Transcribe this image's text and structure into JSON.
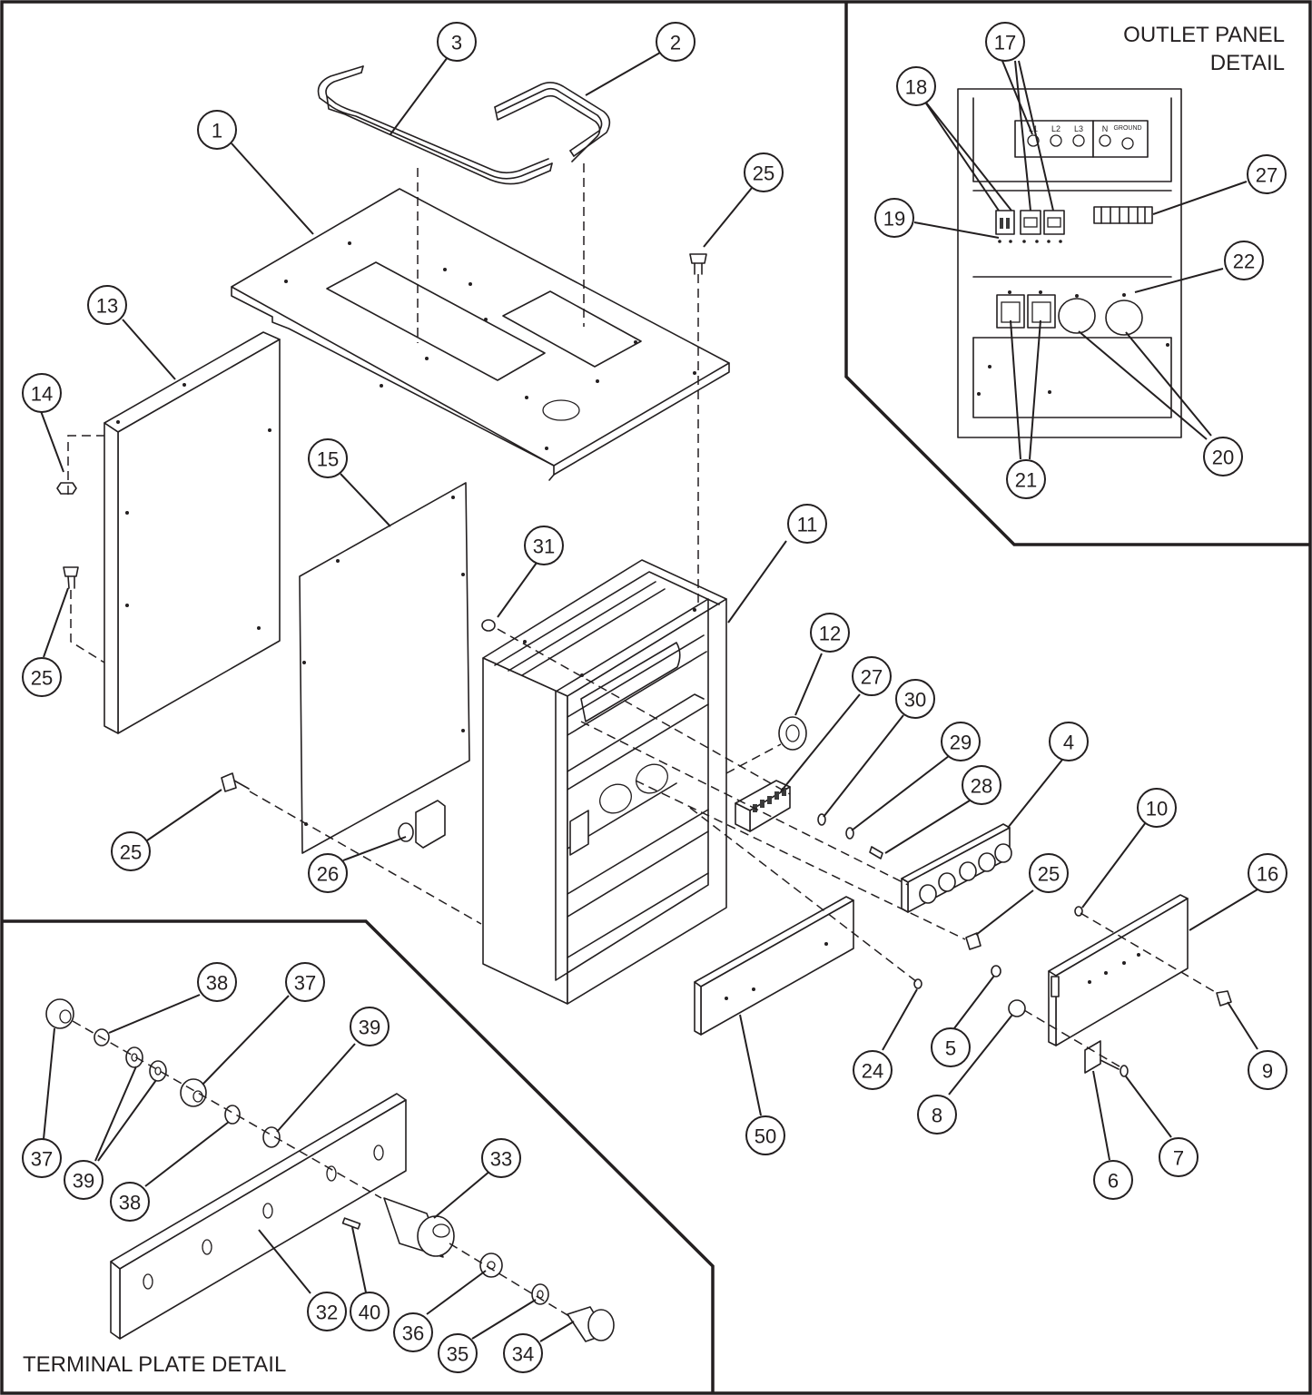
{
  "outlet_detail": {
    "title_line1": "OUTLET PANEL",
    "title_line2": "DETAIL",
    "terminal_labels": [
      "L1",
      "L2",
      "L3",
      "N",
      "GROUND"
    ]
  },
  "terminal_detail": {
    "title": "TERMINAL PLATE DETAIL"
  },
  "callouts": [
    {
      "n": "1"
    },
    {
      "n": "2"
    },
    {
      "n": "3"
    },
    {
      "n": "25"
    },
    {
      "n": "13"
    },
    {
      "n": "14"
    },
    {
      "n": "25"
    },
    {
      "n": "15"
    },
    {
      "n": "25"
    },
    {
      "n": "26"
    },
    {
      "n": "31"
    },
    {
      "n": "11"
    },
    {
      "n": "12"
    },
    {
      "n": "27"
    },
    {
      "n": "30"
    },
    {
      "n": "29"
    },
    {
      "n": "28"
    },
    {
      "n": "4"
    },
    {
      "n": "25"
    },
    {
      "n": "10"
    },
    {
      "n": "16"
    },
    {
      "n": "24"
    },
    {
      "n": "5"
    },
    {
      "n": "8"
    },
    {
      "n": "9"
    },
    {
      "n": "7"
    },
    {
      "n": "6"
    },
    {
      "n": "50"
    },
    {
      "n": "17"
    },
    {
      "n": "18"
    },
    {
      "n": "19"
    },
    {
      "n": "27"
    },
    {
      "n": "22"
    },
    {
      "n": "21"
    },
    {
      "n": "20"
    },
    {
      "n": "38"
    },
    {
      "n": "37"
    },
    {
      "n": "39"
    },
    {
      "n": "37"
    },
    {
      "n": "39"
    },
    {
      "n": "38"
    },
    {
      "n": "33"
    },
    {
      "n": "32"
    },
    {
      "n": "40"
    },
    {
      "n": "36"
    },
    {
      "n": "35"
    },
    {
      "n": "34"
    }
  ]
}
